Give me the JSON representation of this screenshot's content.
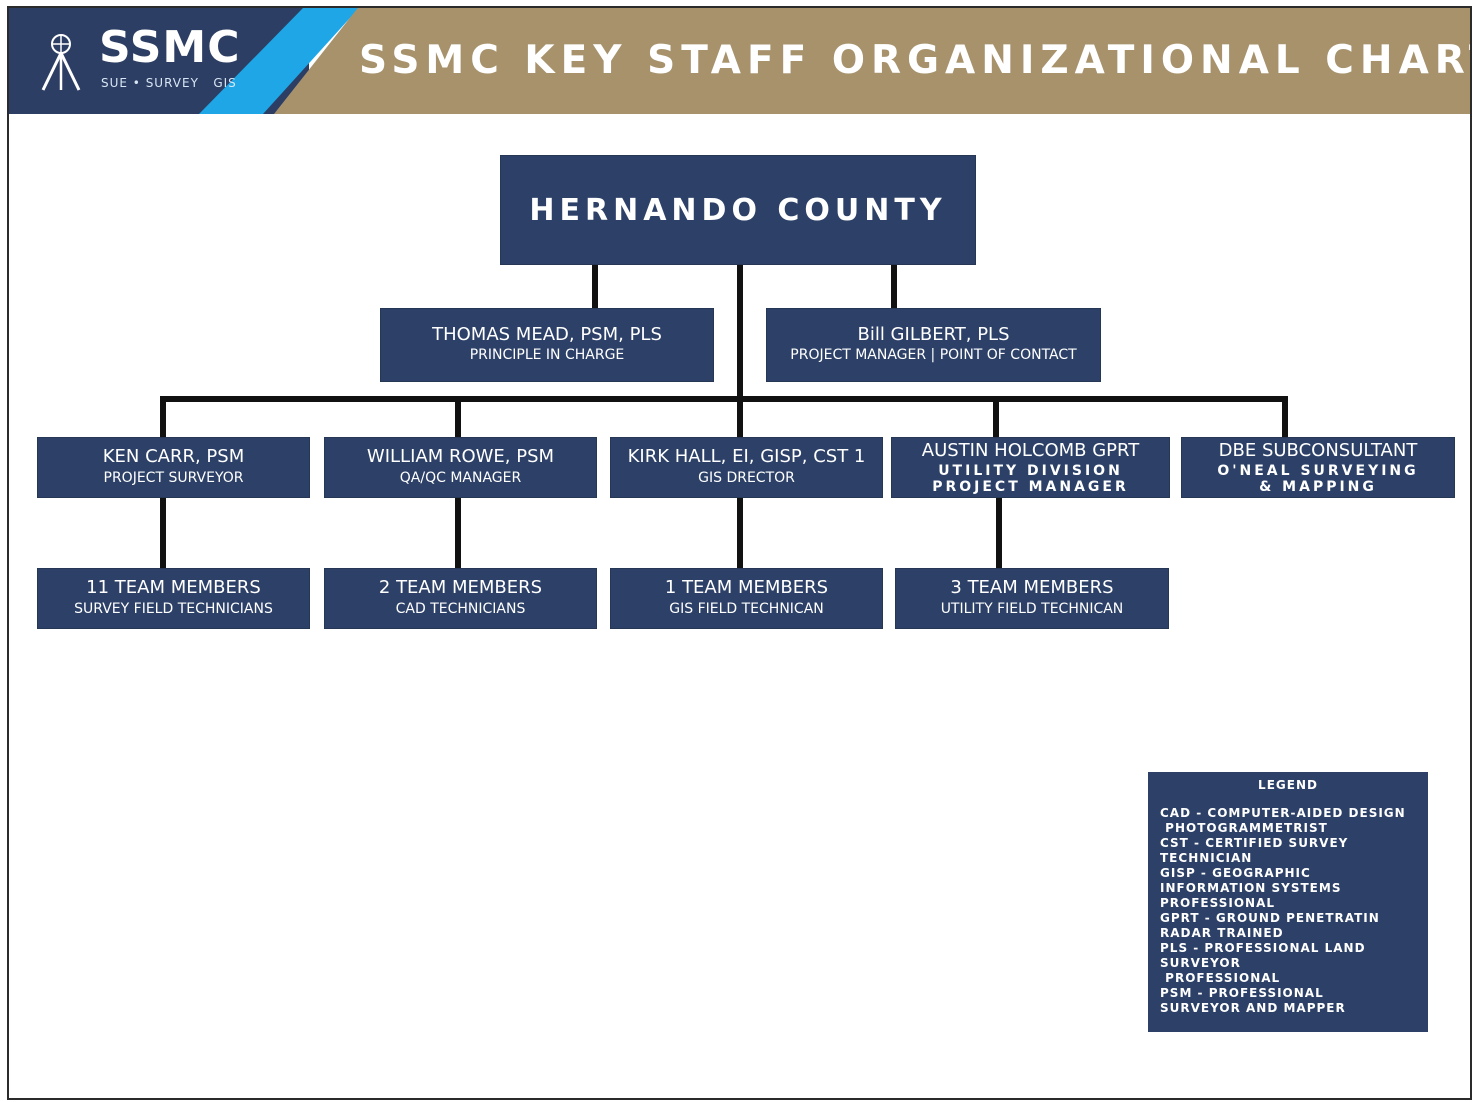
{
  "header": {
    "logo_text": "SSMC",
    "logo_subtitle": "SUE • SURVEY   GIS",
    "title": "SSMC KEY STAFF ORGANIZATIONAL CHART"
  },
  "org": {
    "top": "HERNANDO COUNTY",
    "leaders": [
      {
        "name": "THOMAS MEAD, PSM, PLS",
        "role": "PRINCIPLE IN CHARGE"
      },
      {
        "name": "Bill  GILBERT, PLS",
        "role": "PROJECT MANAGER | POINT OF CONTACT"
      }
    ],
    "managers": [
      {
        "name": "KEN CARR, PSM",
        "role": "PROJECT SURVEYOR"
      },
      {
        "name": "WILLIAM ROWE, PSM",
        "role": "QA/QC MANAGER"
      },
      {
        "name": "KIRK HALL, EI, GISP, CST 1",
        "role": "GIS DRECTOR"
      },
      {
        "name": "AUSTIN HOLCOMB GPRT",
        "role_lines": [
          "UTILITY DIVISION",
          "PROJECT MANAGER"
        ]
      },
      {
        "name": "DBE SUBCONSULTANT",
        "role_lines": [
          "O'NEAL SURVEYING",
          "& MAPPING"
        ]
      }
    ],
    "teams": [
      {
        "count": "11 TEAM MEMBERS",
        "role": "SURVEY FIELD TECHNICIANS"
      },
      {
        "count": "2 TEAM MEMBERS",
        "role": "CAD TECHNICIANS"
      },
      {
        "count": "1 TEAM MEMBERS",
        "role": "GIS FIELD TECHNICAN"
      },
      {
        "count": "3 TEAM MEMBERS",
        "role": "UTILITY FIELD TECHNICAN"
      }
    ]
  },
  "legend": {
    "title": "LEGEND",
    "lines": [
      "CAD - COMPUTER-AIDED DESIGN",
      " PHOTOGRAMMETRIST",
      "CST - CERTIFIED SURVEY",
      "TECHNICIAN",
      "GISP - GEOGRAPHIC",
      "INFORMATION SYSTEMS",
      "PROFESSIONAL",
      "GPRT - GROUND PENETRATIN",
      "RADAR TRAINED",
      "PLS - PROFESSIONAL LAND",
      "SURVEYOR",
      " PROFESSIONAL",
      "PSM - PROFESSIONAL",
      "SURVEYOR AND MAPPER"
    ]
  },
  "colors": {
    "navy": "#2d4168",
    "gold": "#a7926c",
    "accent_blue": "#1ea6e6",
    "connector": "#111111"
  }
}
